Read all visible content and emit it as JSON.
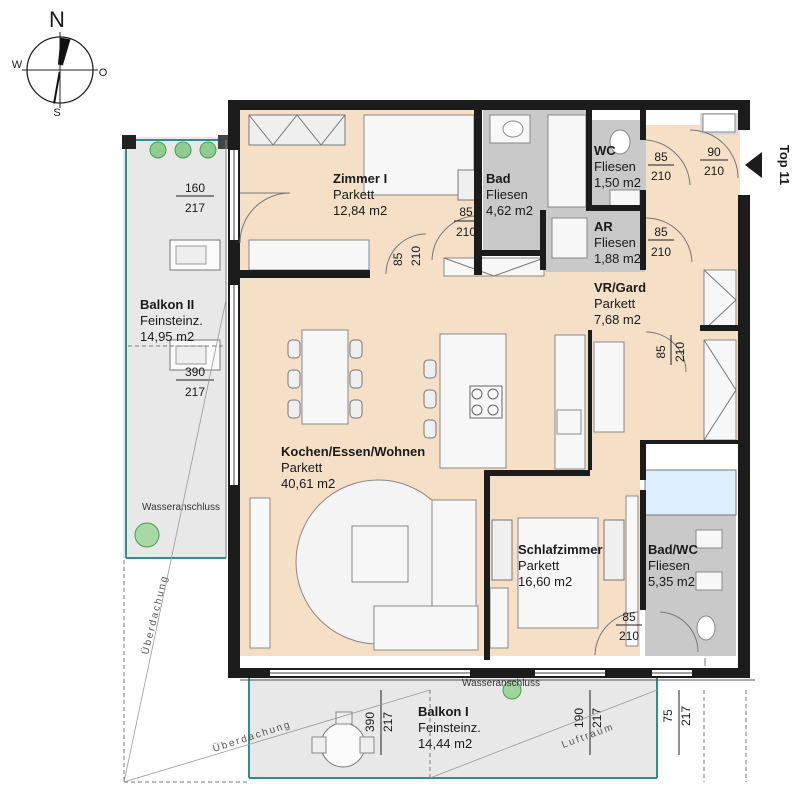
{
  "compass": {
    "north": "N",
    "west": "W",
    "east": "O",
    "south": "S"
  },
  "unit": "Top 11",
  "rooms": [
    {
      "id": "zimmer1",
      "name": "Zimmer I",
      "floor": "Parkett",
      "area": "12,84 m2"
    },
    {
      "id": "bad",
      "name": "Bad",
      "floor": "Fliesen",
      "area": "4,62 m2"
    },
    {
      "id": "wc",
      "name": "WC",
      "floor": "Fliesen",
      "area": "1,50 m2"
    },
    {
      "id": "ar",
      "name": "AR",
      "floor": "Fliesen",
      "area": "1,88 m2"
    },
    {
      "id": "vr",
      "name": "VR/Gard",
      "floor": "Parkett",
      "area": "7,68 m2"
    },
    {
      "id": "kochen",
      "name": "Kochen/Essen/Wohnen",
      "floor": "Parkett",
      "area": "40,61 m2"
    },
    {
      "id": "schlaf",
      "name": "Schlafzimmer",
      "floor": "Parkett",
      "area": "16,60 m2"
    },
    {
      "id": "badwc",
      "name": "Bad/WC",
      "floor": "Fliesen",
      "area": "5,35 m2"
    },
    {
      "id": "balkon2",
      "name": "Balkon II",
      "floor": "Feinsteinz.",
      "area": "14,95 m2"
    },
    {
      "id": "balkon1",
      "name": "Balkon I",
      "floor": "Feinsteinz.",
      "area": "14,44 m2"
    }
  ],
  "dimensions": [
    {
      "id": "win-b2-top",
      "w": "160",
      "h": "217"
    },
    {
      "id": "win-b2-bottom",
      "w": "390",
      "h": "217"
    },
    {
      "id": "door-zimmer1",
      "w": "85",
      "h": "210"
    },
    {
      "id": "door-bad",
      "w": "85",
      "h": "210"
    },
    {
      "id": "door-wc",
      "w": "85",
      "h": "210"
    },
    {
      "id": "door-entry",
      "w": "90",
      "h": "210"
    },
    {
      "id": "door-ar",
      "w": "85",
      "h": "210"
    },
    {
      "id": "door-vr",
      "w": "85",
      "h": "210"
    },
    {
      "id": "door-schlaf",
      "w": "85",
      "h": "210"
    },
    {
      "id": "win-b1-left",
      "w": "390",
      "h": "217"
    },
    {
      "id": "win-b1-mid",
      "w": "190",
      "h": "217"
    },
    {
      "id": "win-b1-right",
      "w": "75",
      "h": "217"
    }
  ],
  "annotations": {
    "water_left": "Wasseranschluss",
    "water_bottom": "Wasseranschluss",
    "canopy_left": "Überdachung",
    "canopy_bottom": "Überdachung",
    "airspace": "Luftraum"
  },
  "colors": {
    "parkett": "#f6dfc7",
    "fliesen": "#c9c9c9",
    "balkon": "#e8e8e8",
    "balkon_outline": "#2f8f8f",
    "wall": "#1c1c1c"
  }
}
